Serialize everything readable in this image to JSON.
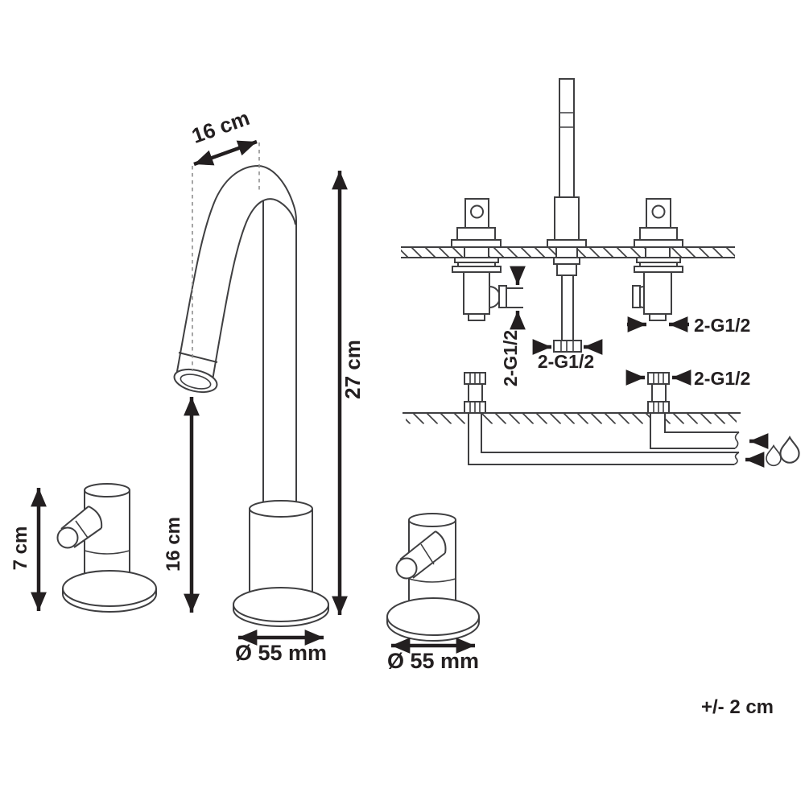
{
  "diagram_type": "faucet-dimension-and-installation-drawing",
  "colors": {
    "background": "#ffffff",
    "outline": "#3f3f41",
    "dimension": "#231f20"
  },
  "faucet": {
    "spout_reach": "16 cm",
    "total_height": "27 cm",
    "spout_height": "16 cm",
    "base_diameter": "Ø 55 mm"
  },
  "handle": {
    "height": "7 cm",
    "base_diameter": "Ø 55 mm"
  },
  "installation": {
    "thread_labels": [
      "2-G1/2",
      "2-G1/2",
      "2-G1/2",
      "2-G1/2"
    ],
    "water_icon": "water-drops"
  },
  "footer": {
    "tolerance": "+/- 2 cm"
  }
}
